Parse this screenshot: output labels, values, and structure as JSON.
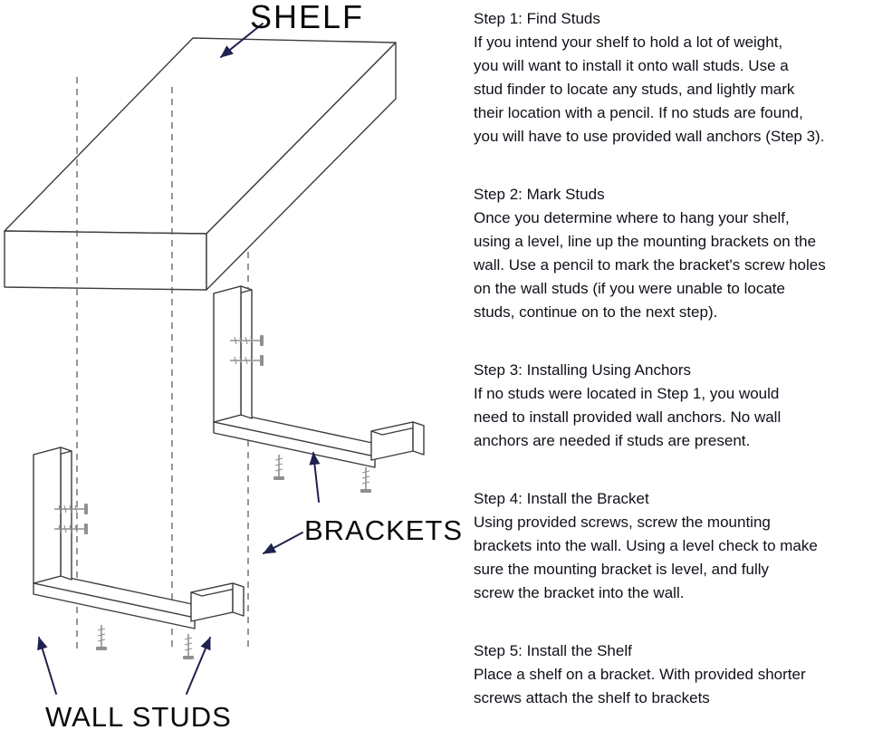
{
  "colors": {
    "background": "#ffffff",
    "outline": "#3d3d3d",
    "arrow": "#1f2150",
    "stud_line": "#5f5f5f",
    "screw": "#8f8f94",
    "label_text": "#0a0a0a",
    "body_text": "#10101a"
  },
  "diagram": {
    "labels": {
      "shelf": "SHELF",
      "brackets": "BRACKETS",
      "wall_studs": "WALL STUDS"
    },
    "parts": {
      "shelf": "shelf",
      "brackets": "mounting brackets",
      "wall_studs": "wall stud dashed lines",
      "screws": "mounting screws"
    }
  },
  "instructions": {
    "steps": [
      {
        "title": "Step 1: Find Studs",
        "body": "If you intend your shelf to hold a lot of weight,\nyou will want to install it onto wall studs. Use a\nstud finder to locate any studs, and lightly mark\ntheir location with a pencil. If no studs are found,\nyou will have to use provided wall anchors (Step 3)."
      },
      {
        "title": "Step 2: Mark Studs",
        "body": "Once you determine where to hang your shelf,\nusing a level, line up the mounting brackets on the\nwall. Use a pencil to mark the bracket's screw holes\non the wall studs (if you were unable to locate\nstuds, continue on to the next step)."
      },
      {
        "title": "Step 3: Installing Using Anchors",
        "body": "If no studs were located in Step 1, you would\nneed to install provided wall anchors. No wall\nanchors are needed if studs are present."
      },
      {
        "title": "Step 4: Install the Bracket",
        "body": "Using provided screws, screw the mounting\nbrackets into the wall. Using a level check to make\nsure the mounting bracket is level, and fully\nscrew the bracket into the wall."
      },
      {
        "title": "Step 5: Install the Shelf",
        "body": "Place a shelf on a bracket. With provided shorter\nscrews attach the shelf to brackets"
      }
    ]
  }
}
